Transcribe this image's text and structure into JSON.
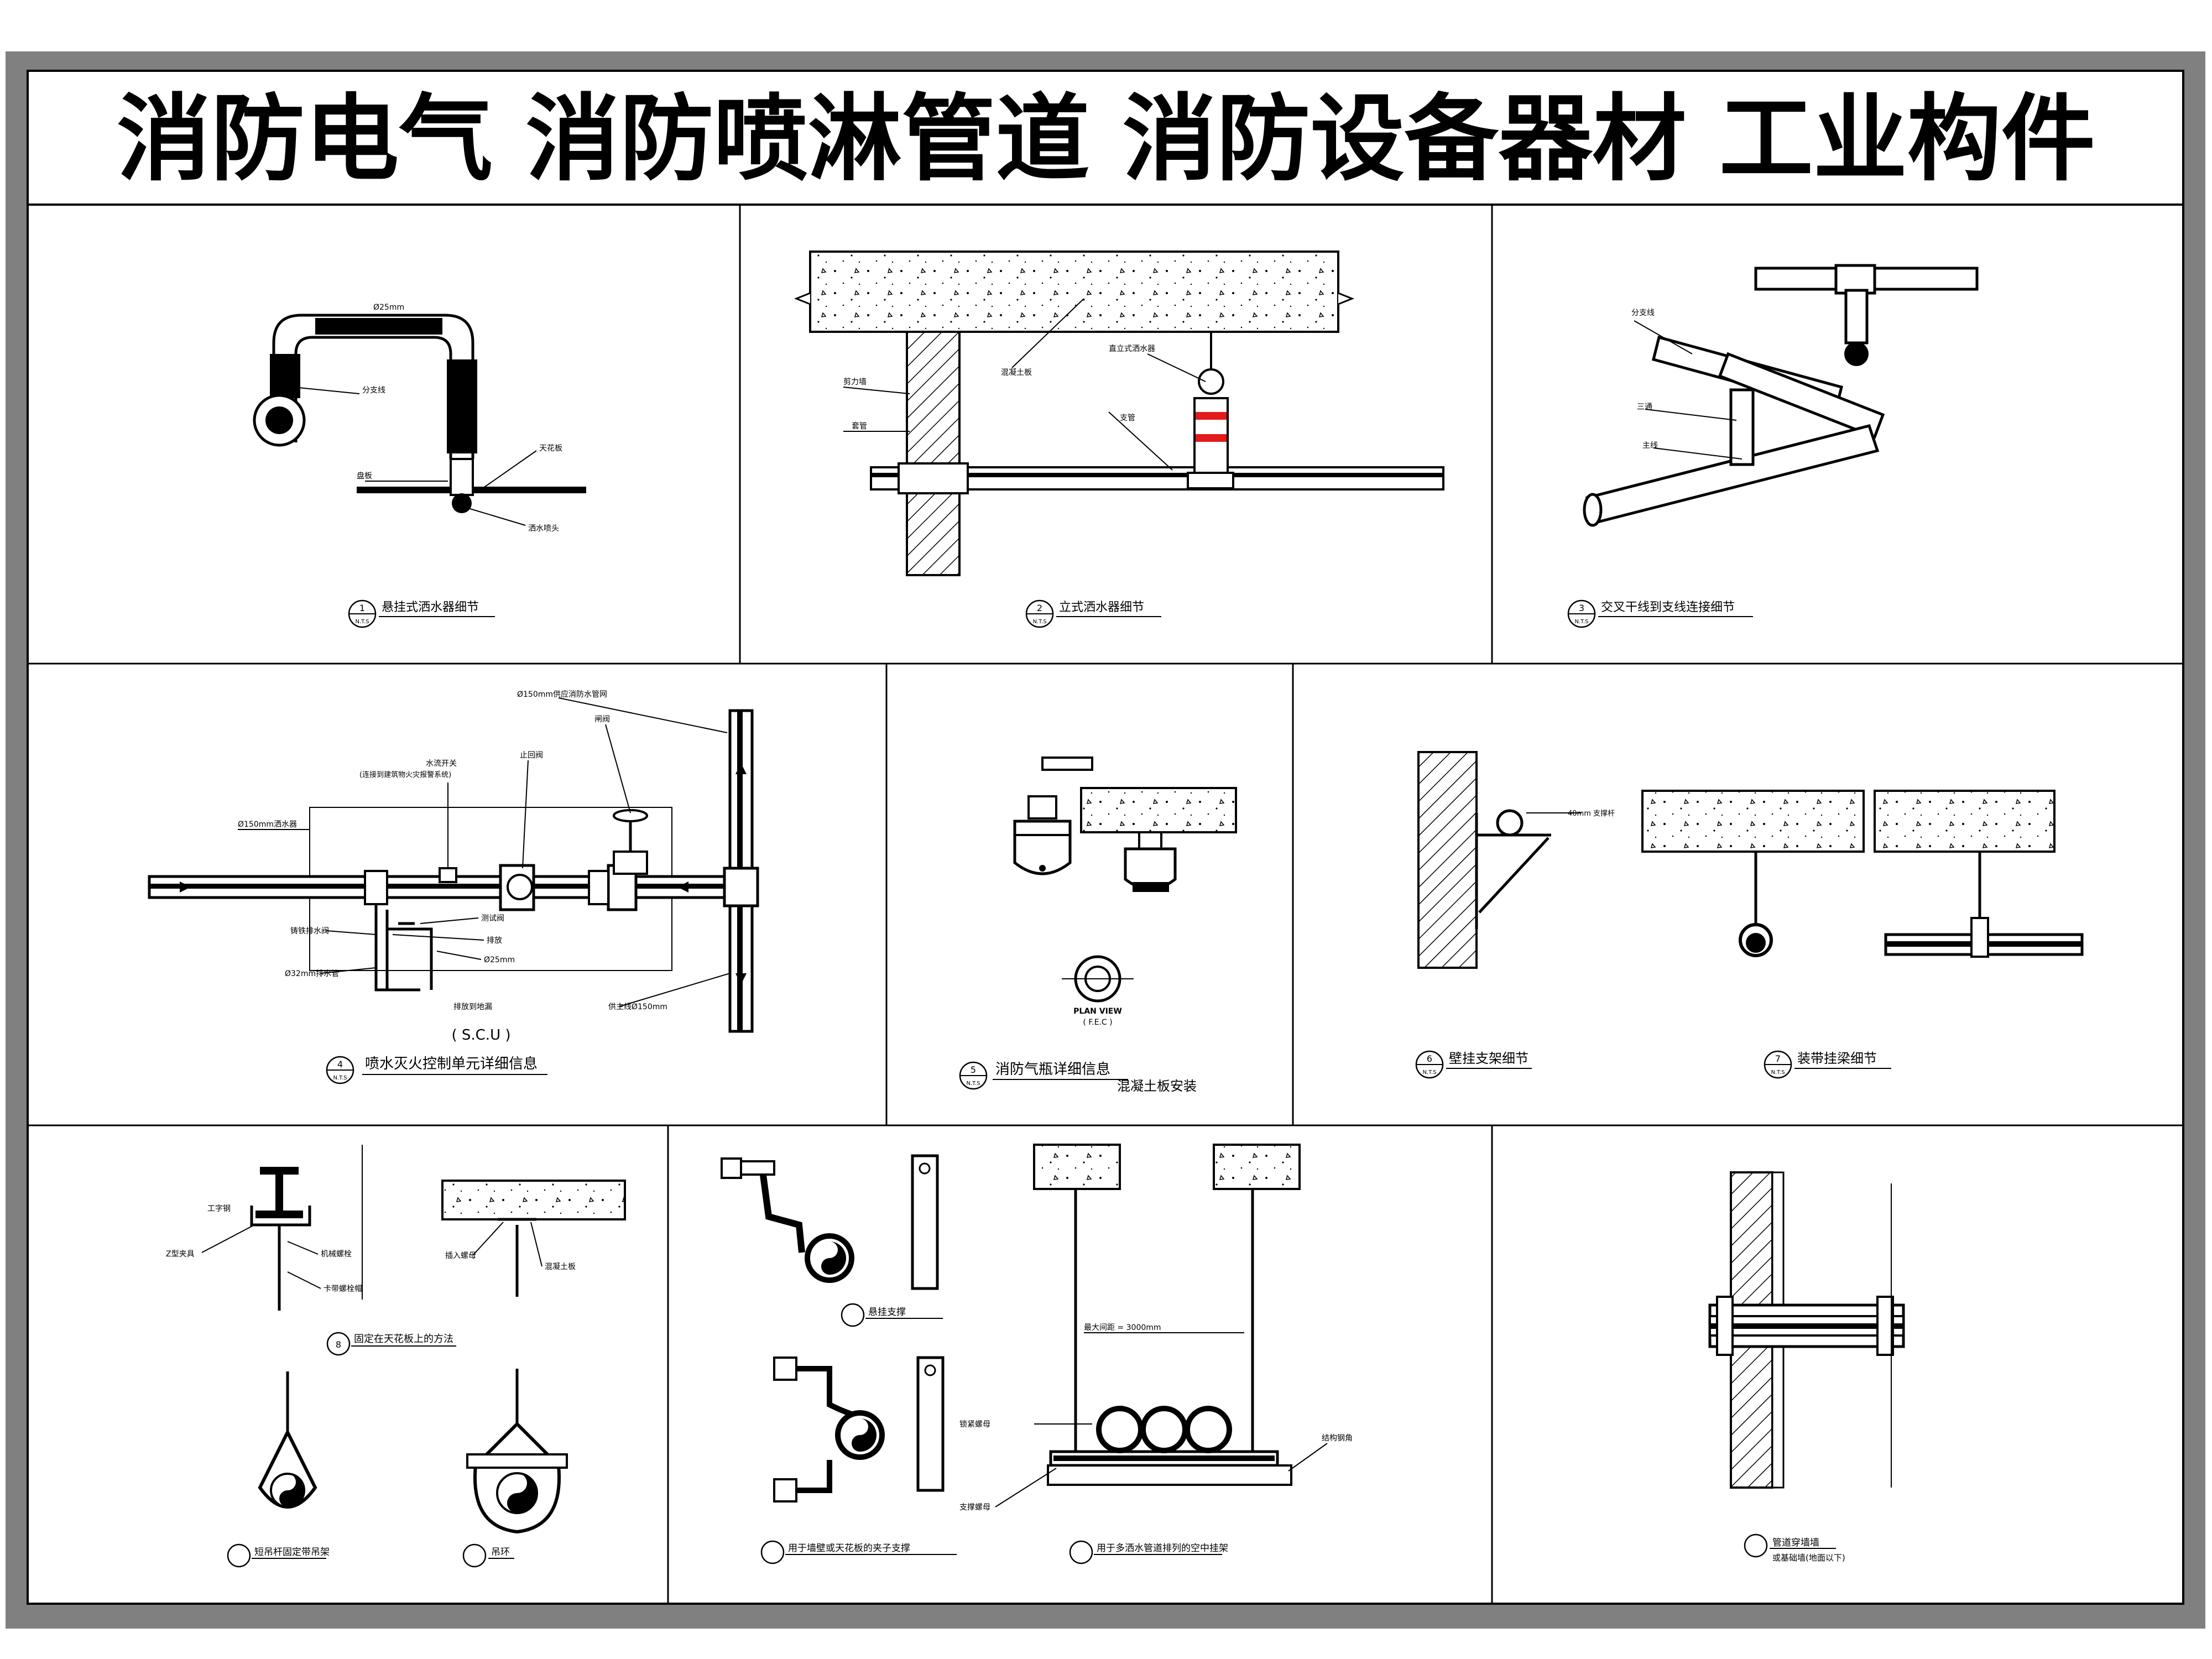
{
  "title": "消防电气  消防喷淋管道  消防设备器材  工业构件",
  "panels": [
    {
      "num": "1",
      "scale": "N.T.S",
      "caption": "悬挂式洒水器细节",
      "labels": [
        "Ø25mm",
        "分支线",
        "天花板",
        "盘板",
        "洒水喷头"
      ]
    },
    {
      "num": "2",
      "scale": "N.T.S",
      "caption": "立式洒水器细节",
      "labels": [
        "直立式洒水器",
        "混凝土板",
        "剪力墙",
        "套管",
        "支管"
      ]
    },
    {
      "num": "3",
      "scale": "N.T.S",
      "caption": "交叉干线到支线连接细节",
      "labels": [
        "分支线",
        "三通",
        "主线"
      ]
    },
    {
      "num": "4",
      "scale": "N.T.S",
      "caption": "喷水灭火控制单元详细信息",
      "sub": "( S.C.U )",
      "labels": [
        "Ø150mm供应消防水管网",
        "闸阀",
        "止回阀",
        "水流开关",
        "(连接到建筑物火灾报警系统)",
        "Ø150mm洒水器",
        "测试阀",
        "排放",
        "Ø25mm",
        "Ø32mm排水管",
        "排放到地漏",
        "供主线Ø150mm",
        "铸铁排水阀"
      ]
    },
    {
      "num": "5",
      "scale": "N.T.S",
      "caption": "消防气瓶详细信息",
      "sub": "混凝土板安装",
      "labels": [
        "PLAN VIEW",
        "( F.E.C )"
      ]
    },
    {
      "num": "6",
      "scale": "N.T.S",
      "caption": "壁挂支架细节",
      "labels": [
        "40mm 支撑杆"
      ]
    },
    {
      "num": "7",
      "scale": "N.T.S",
      "caption": "装带挂梁细节",
      "labels": []
    },
    {
      "num": "8",
      "scale": "",
      "caption": "固定在天花板上的方法",
      "labels": [
        "工字钢",
        "Z型夹具",
        "机械螺栓",
        "卡带螺栓帽",
        "插入螺母",
        "混凝土板"
      ]
    },
    {
      "num": "",
      "scale": "",
      "caption": "短吊杆固定带吊架",
      "labels": []
    },
    {
      "num": "",
      "scale": "",
      "caption": "吊环",
      "labels": []
    },
    {
      "num": "",
      "scale": "",
      "caption": "悬挂支撑",
      "labels": []
    },
    {
      "num": "",
      "scale": "",
      "caption": "用于墙壁或天花板的夹子支撑",
      "labels": [
        "锁紧螺母",
        "支撑螺母"
      ]
    },
    {
      "num": "",
      "scale": "",
      "caption": "用于多洒水管道排列的空中挂架",
      "labels": [
        "最大间距 = 3000mm",
        "结构钢角"
      ]
    },
    {
      "num": "",
      "scale": "",
      "caption": "管道穿墙墙",
      "sub": "或基础墙(地面以下)",
      "labels": []
    }
  ]
}
